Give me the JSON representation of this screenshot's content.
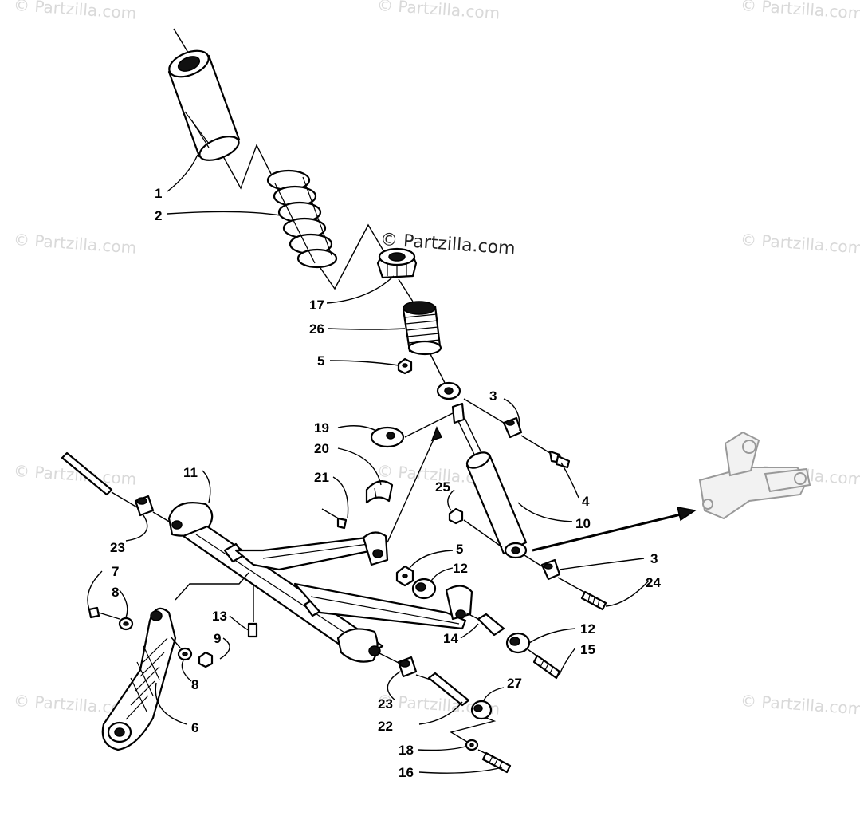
{
  "watermarks": {
    "tile": "© Partzilla.com",
    "center": "© Partzilla.com"
  },
  "callouts": {
    "c1": "1",
    "c2": "2",
    "c17": "17",
    "c26": "26",
    "c5a": "5",
    "c3a": "3",
    "c4": "4",
    "c19": "19",
    "c20": "20",
    "c21": "21",
    "c11": "11",
    "c25": "25",
    "c10": "10",
    "c23a": "23",
    "c5b": "5",
    "c12a": "12",
    "c3b": "3",
    "c24": "24",
    "c7": "7",
    "c8a": "8",
    "c13": "13",
    "c9": "9",
    "c8b": "8",
    "c14": "14",
    "c12b": "12",
    "c15": "15",
    "c6": "6",
    "c23b": "23",
    "c22": "22",
    "c27": "27",
    "c18": "18",
    "c16": "16"
  },
  "colors": {
    "ink": "#000000",
    "watermark": "#d9d9d9",
    "background": "#ffffff"
  }
}
